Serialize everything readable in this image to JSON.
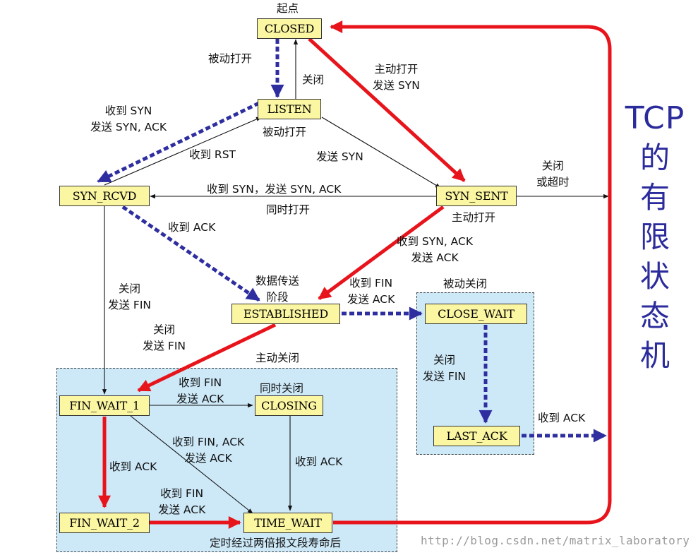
{
  "colors": {
    "active": "#e8141c",
    "passive": "#2e2ea0",
    "thin": "#111111",
    "state_fill": "#fbf6a2",
    "region_fill": "#cde9f8",
    "title": "#2b2b9c"
  },
  "title": {
    "line1": "TCP",
    "line2": "的有限状态机"
  },
  "states": {
    "closed": "CLOSED",
    "listen": "LISTEN",
    "syn_rcvd": "SYN_RCVD",
    "syn_sent": "SYN_SENT",
    "established": "ESTABLISHED",
    "close_wait": "CLOSE_WAIT",
    "last_ack": "LAST_ACK",
    "fin_wait_1": "FIN_WAIT_1",
    "closing": "CLOSING",
    "fin_wait_2": "FIN_WAIT_2",
    "time_wait": "TIME_WAIT"
  },
  "regions": {
    "active_close": "主动关闭",
    "passive_close": "被动关闭"
  },
  "labels": {
    "start": "起点",
    "passive_open_1": "被动打开",
    "close_listen": "关闭",
    "active_open_1": "主动打开\n发送 SYN",
    "rcv_syn_send_synack": "收到 SYN\n发送 SYN, ACK",
    "passive_open_2": "被动打开",
    "rcv_rst": "收到 RST",
    "send_syn": "发送 SYN",
    "close_or_timeout": "关闭\n或超时",
    "simul_open_1": "收到 SYN，发送 SYN, ACK",
    "simul_open_2": "同时打开",
    "active_open_2": "主动打开",
    "rcv_ack_1": "收到 ACK",
    "rcv_synack_send_ack": "收到 SYN, ACK\n发送 ACK",
    "data_transfer": "数据传送\n阶段",
    "close_send_fin_1": "关闭\n发送 FIN",
    "rcv_fin_send_ack_1": "收到 FIN\n发送 ACK",
    "close_send_fin_2": "关闭\n发送 FIN",
    "close_send_fin_3": "关闭\n发送 FIN",
    "rcv_ack_2": "收到 ACK",
    "rcv_fin_send_ack_2": "收到 FIN\n发送 ACK",
    "simul_close": "同时关闭",
    "rcv_finack_send_ack": "收到 FIN, ACK\n发送 ACK",
    "rcv_ack_3": "收到 ACK",
    "rcv_ack_4": "收到 ACK",
    "rcv_fin_send_ack_3": "收到 FIN\n发送 ACK",
    "timeout": "定时经过两倍报文段寿命后"
  },
  "watermark": "http://blog.csdn.net/matrix_laboratory"
}
